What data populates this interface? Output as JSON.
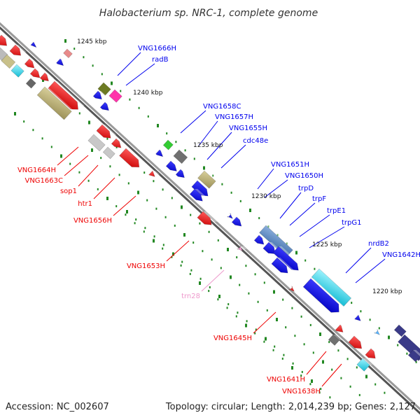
{
  "title": "Halobacterium sp. NRC-1, complete genome",
  "footer": {
    "accession": "Accession: NC_002607",
    "topology": "Topology: circular; Length: 2,014,239 bp; Genes: 2,127"
  },
  "scale_labels": [
    "1245 kbp",
    "1240 kbp",
    "1235 kbp",
    "1230 kbp",
    "1225 kbp",
    "1220 kbp"
  ],
  "gene_labels_top": [
    "VNG1666H",
    "radB",
    "VNG1658C",
    "VNG1657H",
    "VNG1655H",
    "cdc48e",
    "VNG1651H",
    "VNG1650H",
    "trpD",
    "trpF",
    "trpE1",
    "trpG1",
    "nrdB2",
    "VNG1642H"
  ],
  "gene_labels_bottom": [
    "VNG1664H",
    "VNG1663C",
    "sop1",
    "htr1",
    "VNG1656H",
    "VNG1653H",
    "trn28",
    "VNG1645H",
    "VNG1641H",
    "VNG1638H"
  ],
  "colors": {
    "forward": "#0000ee",
    "reverse": "#ee0000",
    "trna": "#ee99cc",
    "backbone": "#888888",
    "tick": "#228822"
  }
}
